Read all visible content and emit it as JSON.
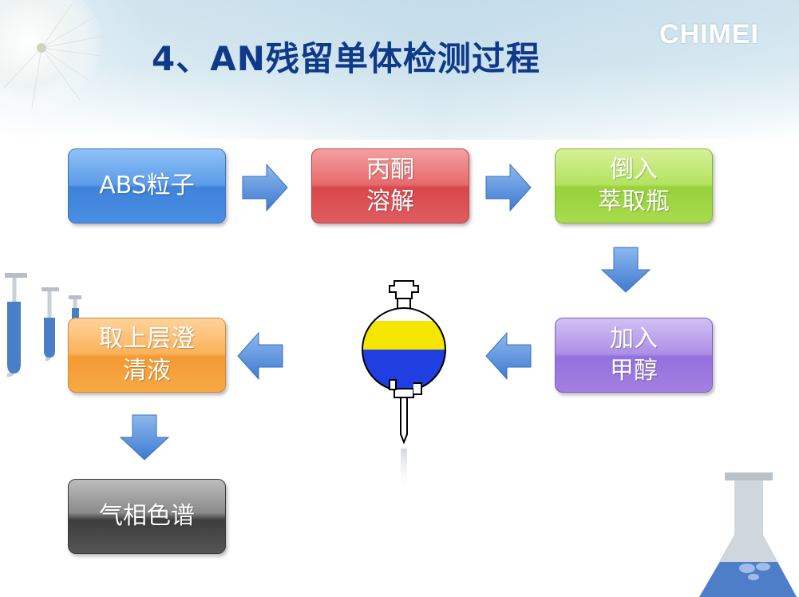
{
  "header": {
    "title": "4、AN残留单体检测过程",
    "brand": "CHIMEI"
  },
  "steps": [
    {
      "lines": [
        "ABS粒子"
      ],
      "color": "blue"
    },
    {
      "lines": [
        "丙酮",
        "溶解"
      ],
      "color": "red"
    },
    {
      "lines": [
        "倒入",
        "萃取瓶"
      ],
      "color": "green"
    },
    {
      "lines": [
        "加入",
        "甲醇"
      ],
      "color": "purple"
    },
    {
      "lines": [
        "取上层澄",
        "清液"
      ],
      "color": "orange"
    },
    {
      "lines": [
        "气相色谱"
      ],
      "color": "gray"
    }
  ],
  "separatory_funnel": {
    "layers": [
      "yellow",
      "blue"
    ]
  },
  "colors": {
    "title": "#0f3a8a",
    "arrow": "#4f8ad6",
    "funnel_top_layer": "#f5e600",
    "funnel_bottom_layer": "#1f3fe0"
  }
}
